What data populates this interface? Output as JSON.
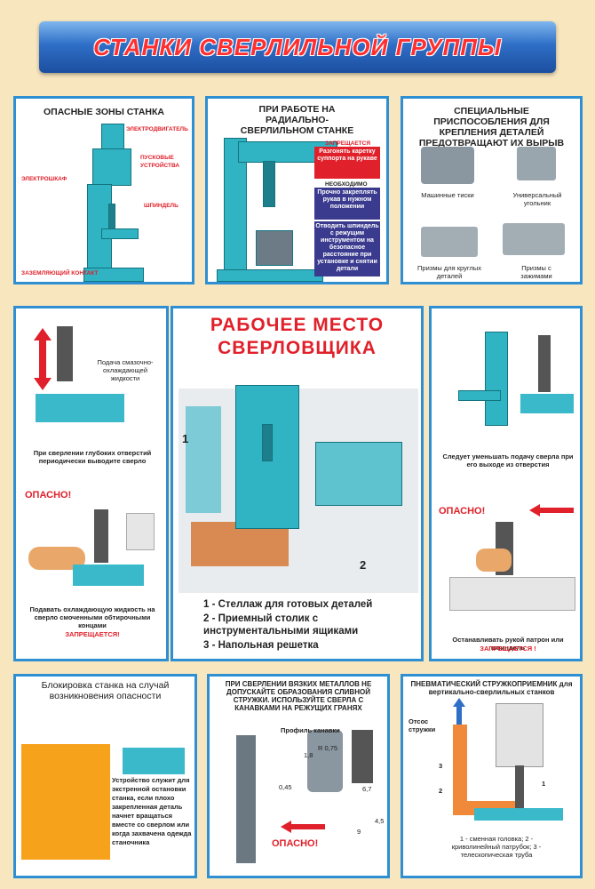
{
  "title": "СТАНКИ СВЕРЛИЛЬНОЙ ГРУППЫ",
  "p1": {
    "title": "ОПАСНЫЕ ЗОНЫ СТАНКА",
    "motor": "ЭЛЕКТРОДВИГАТЕЛЬ",
    "start": "ПУСКОВЫЕ УСТРОЙСТВА",
    "cabinet": "ЭЛЕКТРОШКАФ",
    "spindle": "ШПИНДЕЛЬ",
    "ground": "ЗАЗЕМЛЯЮЩИЙ КОНТАКТ"
  },
  "p2": {
    "title": "ПРИ РАБОТЕ НА РАДИАЛЬНО-СВЕРЛИЛЬНОМ СТАНКЕ",
    "forbidden": "ЗАПРЕЩАЕТСЯ",
    "f1": "Разгонять каретку суппорта на рукаве",
    "needed": "НЕОБХОДИМО",
    "n1": "Прочно закреплять рукав в нужном положении",
    "n2": "Отводить шпиндель с режущим инструментом на безопасное расстояние при установке и снятии детали"
  },
  "p3": {
    "title": "СПЕЦИАЛЬНЫЕ ПРИСПОСОБЛЕНИЯ ДЛЯ КРЕПЛЕНИЯ ДЕТАЛЕЙ ПРЕДОТВРАЩАЮТ ИХ ВЫРЫВ",
    "vise": "Машинные тиски",
    "angle": "Универсальный угольник",
    "prism_round": "Призмы для круглых деталей",
    "prism_clamp": "Призмы с зажимами"
  },
  "p4": {
    "coolant": "Подача смазочно-охлаждающей жидкости",
    "deep": "При сверлении глубоких отверстий периодически выводите сверло",
    "danger": "ОПАСНО!",
    "rag": "Подавать охлаждающую жидкость на сверло смоченными обтирочными концами",
    "forbidden": "ЗАПРЕЩАЕТСЯ!"
  },
  "p5": {
    "title": "РАБОЧЕЕ МЕСТО СВЕРЛОВЩИКА",
    "n1": "1",
    "n2": "2",
    "legend1": "1 - Стеллаж для готовых деталей",
    "legend2": "2 - Приемный столик с инструментальными ящиками",
    "legend3": "3 - Напольная решетка"
  },
  "p6": {
    "feed": "Следует уменьшать подачу сверла при его выходе из отверстия",
    "danger": "ОПАСНО!",
    "stop": "Останавливать рукой патрон или шпиндель",
    "forbidden": "ЗАПРЕЩАЕТСЯ !"
  },
  "p7": {
    "title": "Блокировка станка на случай возникновения опасности",
    "text": "Устройство служит для экстренной остановки станка, если плохо закрепленная деталь начнет вращаться вместе со сверлом или когда захвачена одежда станочника"
  },
  "p8": {
    "title": "ПРИ СВЕРЛЕНИИ ВЯЗКИХ МЕТАЛЛОВ НЕ ДОПУСКАЙТЕ ОБРАЗОВАНИЯ СЛИВНОЙ СТРУЖКИ. ИСПОЛЬЗУЙТЕ СВЕРЛА С КАНАВКАМИ НА РЕЖУЩИХ ГРАНЯХ",
    "profile": "Профиль канавки",
    "r": "R 0,75",
    "d1": "1,8",
    "d2": "0,45",
    "d3": "6,7",
    "d4": "4,5",
    "d5": "9",
    "danger": "ОПАСНО!"
  },
  "p9": {
    "title": "ПНЕВМАТИЧЕСКИЙ СТРУЖКОПРИЕМНИК для вертикально-сверлильных станков",
    "chips": "Отсос стружки",
    "n1": "1",
    "n2": "2",
    "n3": "3",
    "legend": "1 - сменная головка; 2 - криволинейный патрубок; 3 - телескопическая труба"
  }
}
